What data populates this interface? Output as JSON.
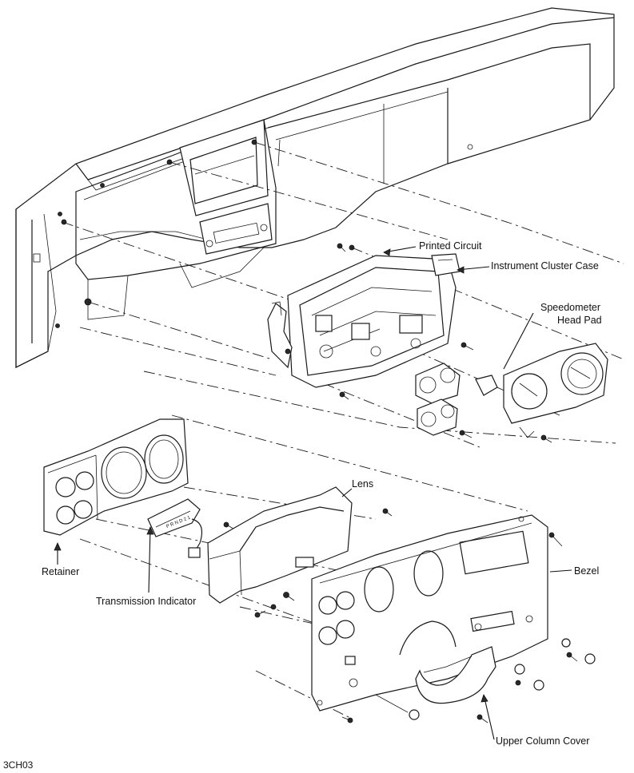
{
  "figure_code": "3CH03",
  "labels": {
    "printed_circuit": "Printed Circuit",
    "instrument_cluster_case": "Instrument Cluster Case",
    "speedometer_head_pad_1": "Speedometer",
    "speedometer_head_pad_2": "Head Pad",
    "lens": "Lens",
    "bezel": "Bezel",
    "retainer": "Retainer",
    "transmission_indicator": "Transmission Indicator",
    "upper_column_cover": "Upper Column Cover"
  },
  "indicator_letters": "P R N D 2 1"
}
